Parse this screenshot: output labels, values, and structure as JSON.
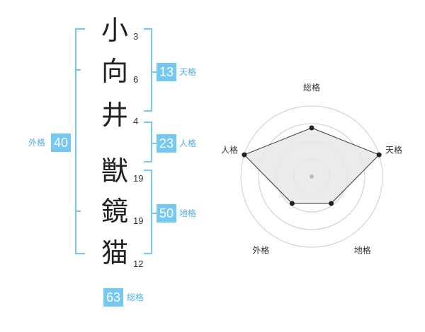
{
  "name_characters": [
    {
      "char": "小",
      "strokes": "3"
    },
    {
      "char": "向",
      "strokes": "6"
    },
    {
      "char": "井",
      "strokes": "4"
    },
    {
      "char": "獣",
      "strokes": "19"
    },
    {
      "char": "鏡",
      "strokes": "19"
    },
    {
      "char": "猫",
      "strokes": "12"
    }
  ],
  "fortune": {
    "tenkaku": {
      "label": "天格",
      "value": "13"
    },
    "jinkaku": {
      "label": "人格",
      "value": "23"
    },
    "chikaku": {
      "label": "地格",
      "value": "50"
    },
    "gaikaku": {
      "label": "外格",
      "value": "40"
    },
    "soukaku": {
      "label": "総格",
      "value": "63"
    }
  },
  "chart_data": {
    "type": "radar",
    "axes": [
      "総格",
      "天格",
      "地格",
      "外格",
      "人格"
    ],
    "levels": 4,
    "values": [
      0.69,
      1.0,
      0.47,
      0.47,
      1.0
    ],
    "colors": {
      "fill": "#e8e8e8",
      "stroke": "#333333",
      "grid": "#cccccc"
    }
  }
}
